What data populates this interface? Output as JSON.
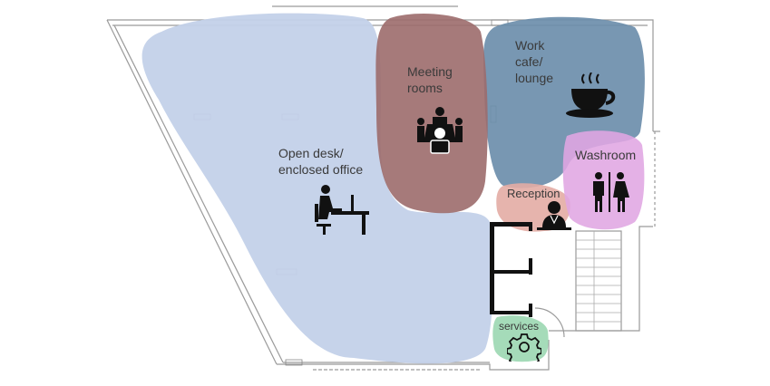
{
  "zones": [
    {
      "id": "open-desk",
      "label_lines": [
        "Open desk/",
        "enclosed office"
      ],
      "icon": "person-at-desk-icon",
      "color": "#c3d1e9"
    },
    {
      "id": "meeting",
      "label_lines": [
        "Meeting",
        "rooms"
      ],
      "icon": "meeting-table-icon",
      "color": "#9c6b6b"
    },
    {
      "id": "work-cafe",
      "label_lines": [
        "Work",
        "cafe/",
        "lounge"
      ],
      "icon": "coffee-cup-icon",
      "color": "#6d8eab"
    },
    {
      "id": "washroom",
      "label_lines": [
        "Washroom"
      ],
      "icon": "restroom-icon",
      "color": "#e0a6e2"
    },
    {
      "id": "reception",
      "label_lines": [
        "Reception"
      ],
      "icon": "receptionist-icon",
      "color": "#e3aca4"
    },
    {
      "id": "services",
      "label_lines": [
        "services"
      ],
      "icon": "gear-icon",
      "color": "#a5dbb9"
    }
  ]
}
